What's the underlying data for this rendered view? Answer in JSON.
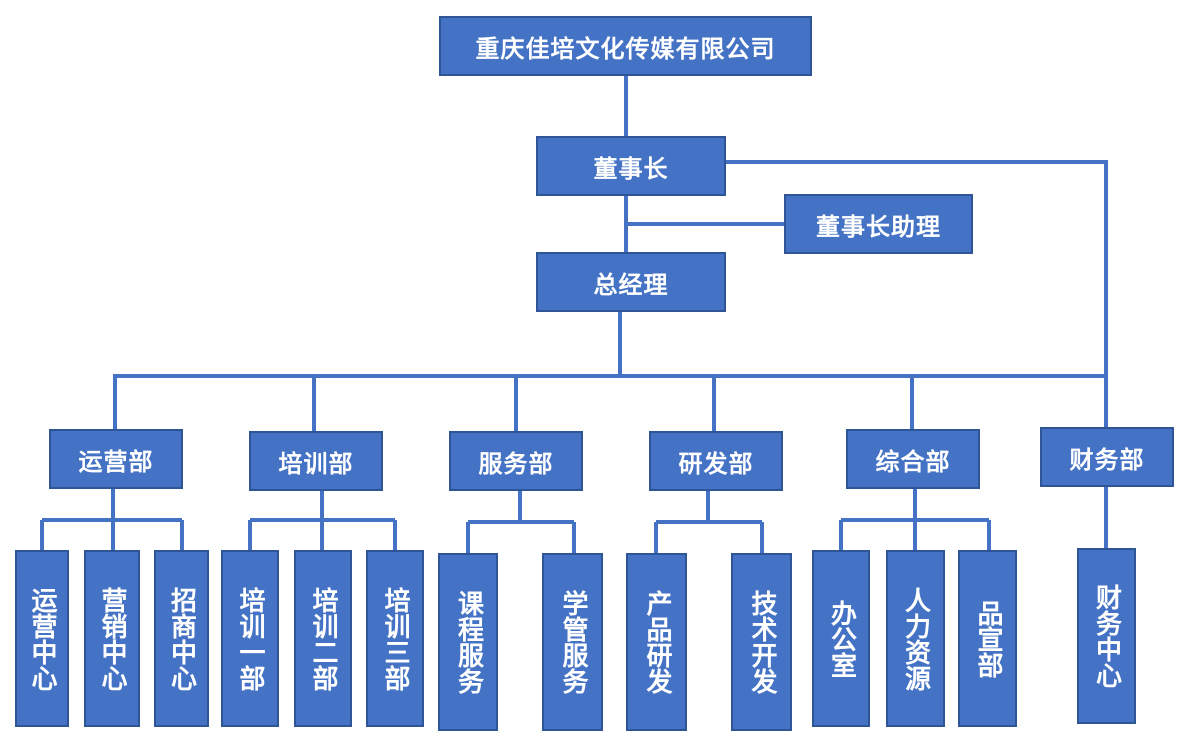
{
  "company": "重庆佳培文化传媒有限公司",
  "chairman": "董事长",
  "chairman_assistant": "董事长助理",
  "general_manager": "总经理",
  "departments": {
    "operations": {
      "label": "运营部",
      "units": [
        "运营中心",
        "营销中心",
        "招商中心"
      ]
    },
    "training": {
      "label": "培训部",
      "units": [
        "培训一部",
        "培训二部",
        "培训三部"
      ]
    },
    "service": {
      "label": "服务部",
      "units": [
        "课程服务",
        "学管服务"
      ]
    },
    "rnd": {
      "label": "研发部",
      "units": [
        "产品研发",
        "技术开发"
      ]
    },
    "general": {
      "label": "综合部",
      "units": [
        "办公室",
        "人力资源",
        "品宣部"
      ]
    },
    "finance": {
      "label": "财务部",
      "units": [
        "财务中心"
      ]
    }
  },
  "colors": {
    "box_fill": "#4472c4",
    "box_border": "#2f5597",
    "connector": "#4472c4",
    "text": "#ffffff"
  }
}
